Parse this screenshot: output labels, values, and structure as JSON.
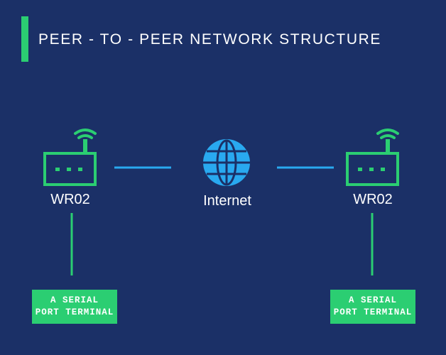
{
  "title": "PEER - TO - PEER NETWORK STRUCTURE",
  "colors": {
    "background": "#1b3067",
    "accent_green": "#2bce72",
    "link_blue": "#29a9f0",
    "text": "#ffffff"
  },
  "nodes": {
    "left_router": {
      "label": "WR02",
      "icon": "wifi-router-icon"
    },
    "internet": {
      "label": "Internet",
      "icon": "globe-icon"
    },
    "right_router": {
      "label": "WR02",
      "icon": "wifi-router-icon"
    }
  },
  "terminals": {
    "left": {
      "line1": "A SERIAL",
      "line2": "PORT TERMINAL"
    },
    "right": {
      "line1": "A SERIAL",
      "line2": "PORT TERMINAL"
    }
  }
}
